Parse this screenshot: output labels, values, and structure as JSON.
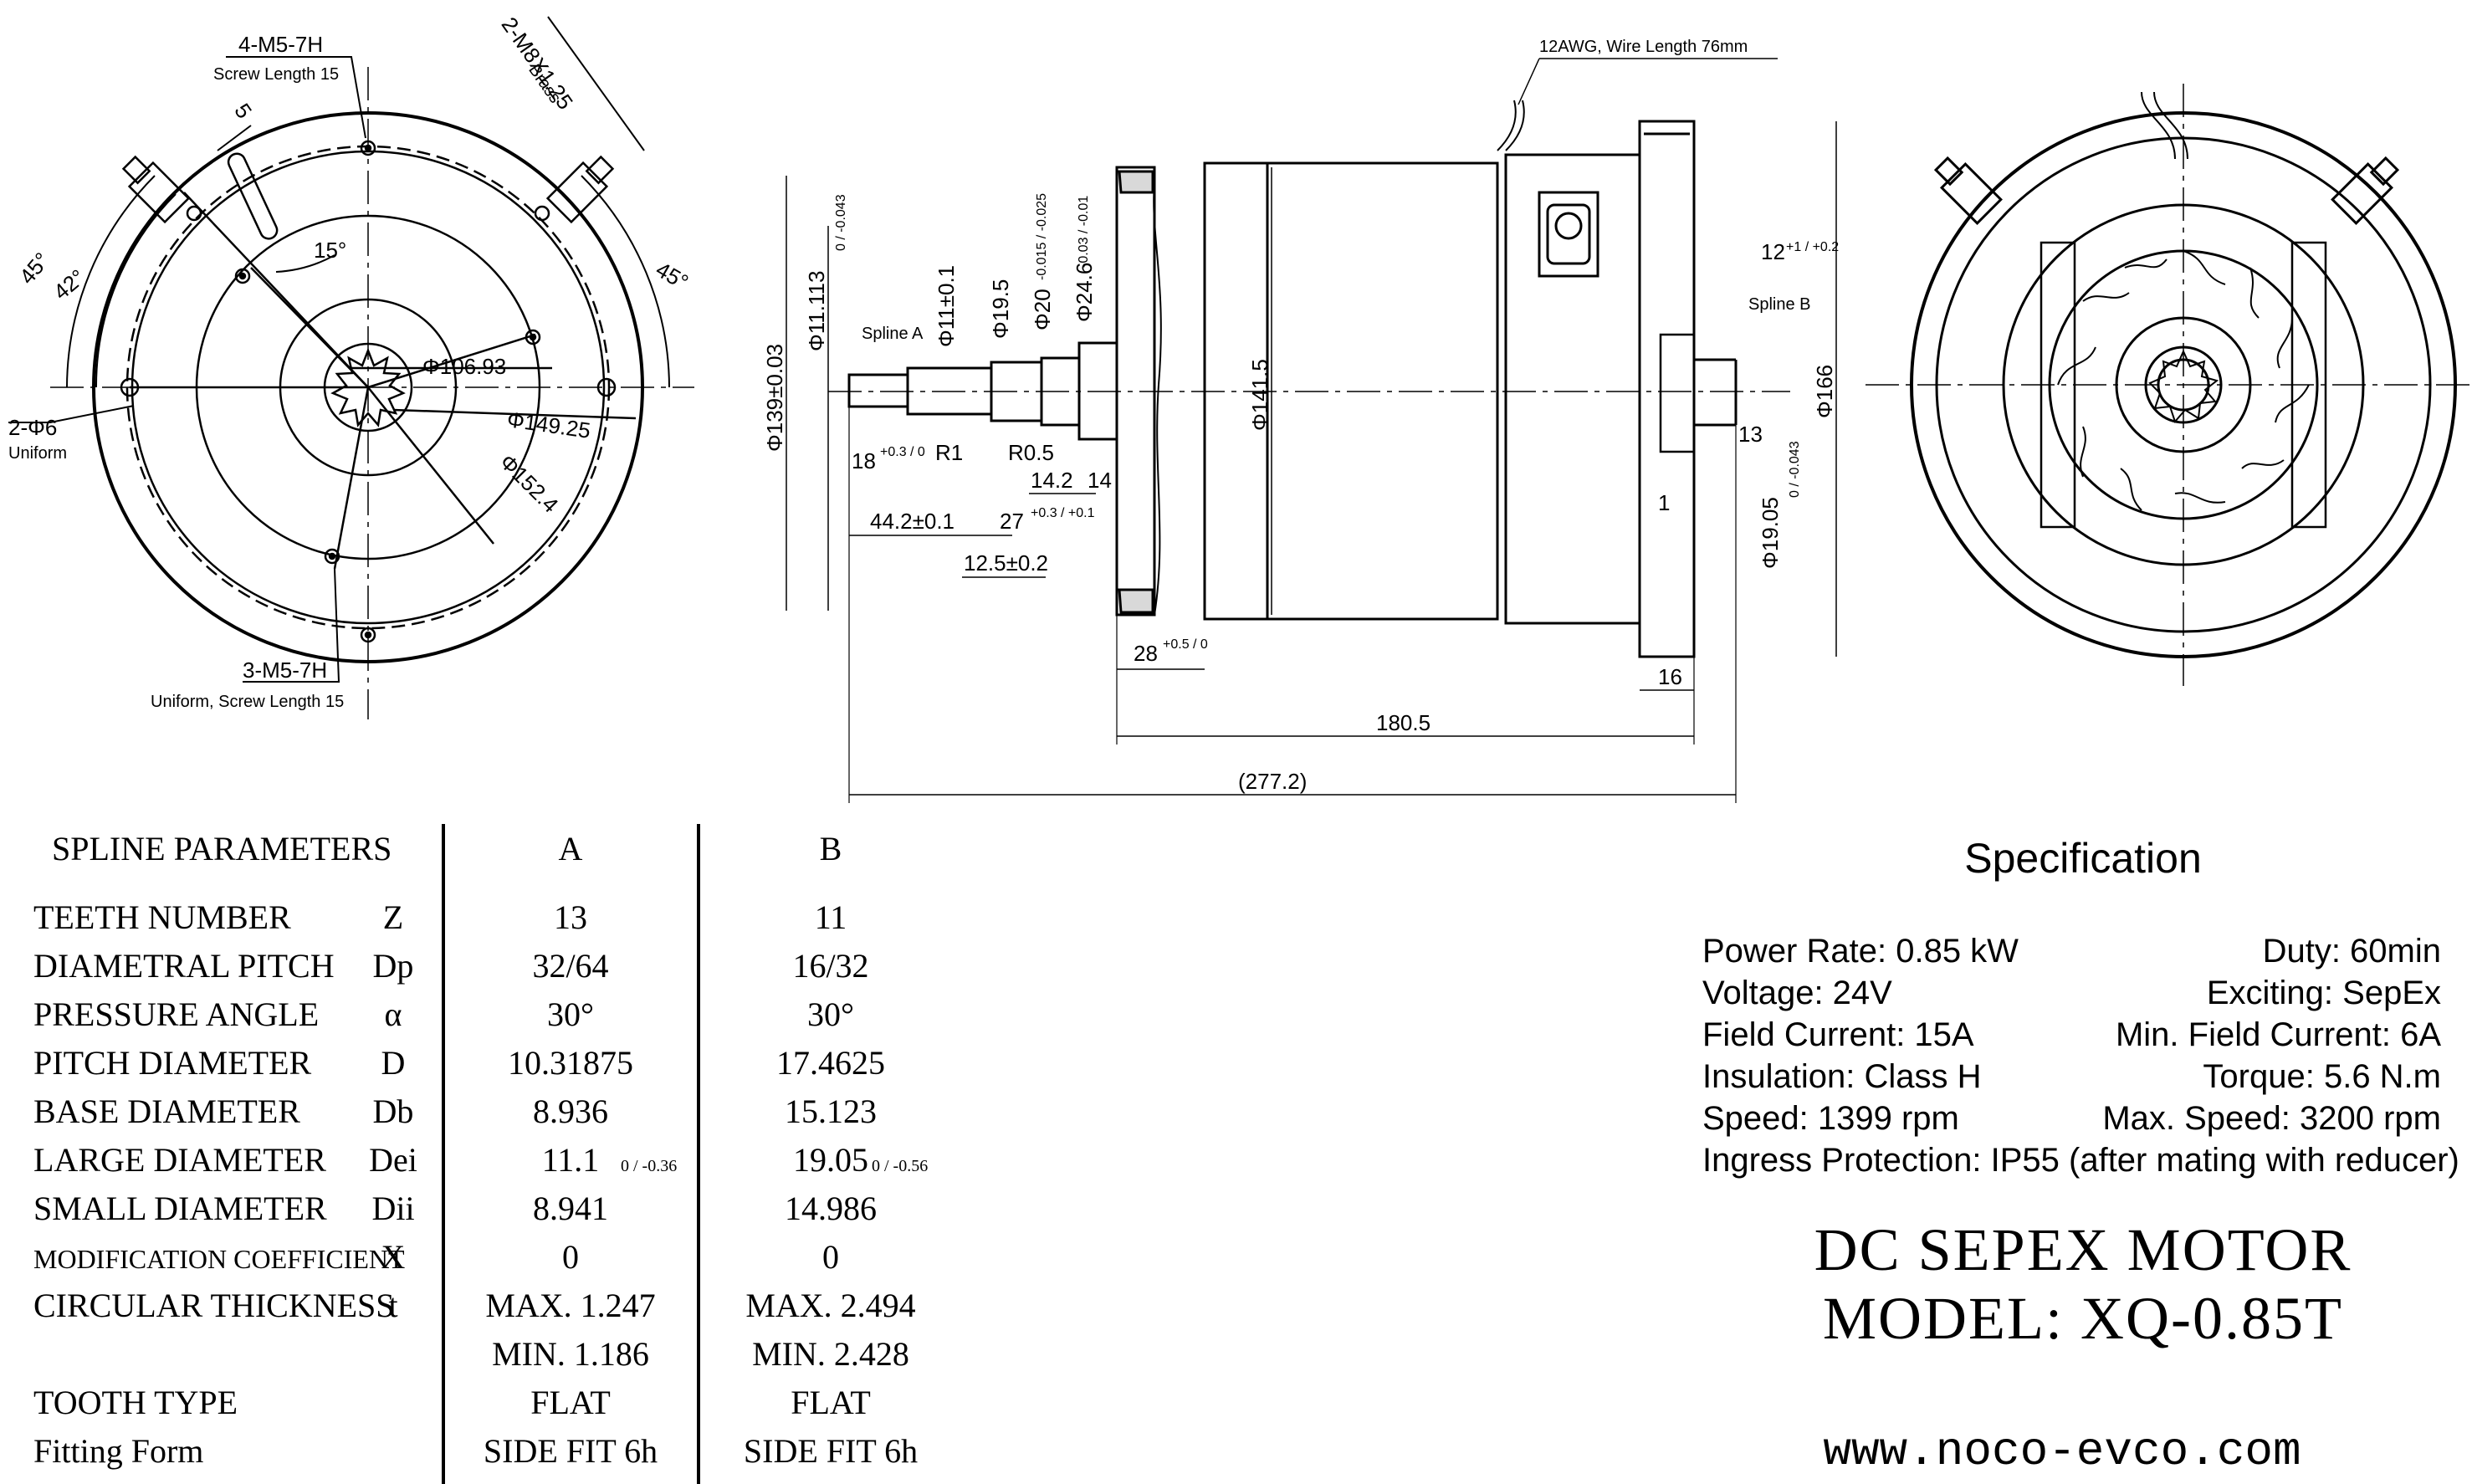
{
  "front_view": {
    "labels": {
      "screw_4": "4-M5-7H",
      "screw_4_len": "Screw Length 15",
      "stud_2": "2-M8X1.25",
      "stud_2_mat": "Brass",
      "hole_2": "2-Φ6",
      "hole_2_note": "Uniform",
      "screw_3": "3-M5-7H",
      "screw_3_note": "Uniform, Screw Length 15",
      "dim_5": "5",
      "angle_45_left": "45°",
      "angle_42": "42°",
      "angle_15": "15°",
      "angle_45_right": "45°",
      "dia_106": "Φ106.93",
      "dia_149": "Φ149.25",
      "dia_152": "Φ152.4"
    }
  },
  "side_view": {
    "labels": {
      "wire": "12AWG, Wire Length 76mm",
      "dia_139": "Φ139±0.03",
      "dia_11113": "Φ11.113",
      "dia_11113_tol": "0 / -0.043",
      "spline_a": "Spline A",
      "dia_11": "Φ11±0.1",
      "dia_19_5": "Φ19.5",
      "dia_20": "Φ20",
      "dia_20_tol": "-0.015 / -0.025",
      "dia_24_6": "Φ24.6",
      "dia_24_6_tol": "-0.03 / -0.01",
      "dia_141_5": "Φ141.5",
      "dim_18": "18",
      "dim_18_tol": "+0.3 / 0",
      "r1": "R1",
      "r05": "R0.5",
      "dim_14_2": "14.2",
      "dim_14": "14",
      "dim_44_2": "44.2±0.1",
      "dim_27": "27",
      "dim_27_tol": "+0.3 / +0.1",
      "dim_12_5": "12.5±0.2",
      "dim_28": "28",
      "dim_28_tol": "+0.5 / 0",
      "dim_12": "12",
      "dim_12_tol": "+1 / +0.2",
      "spline_b": "Spline B",
      "dim_13": "13",
      "dim_1": "1",
      "dia_19_05": "Φ19.05",
      "dia_19_05_tol": "0 / -0.043",
      "dia_166": "Φ166",
      "dim_16": "16",
      "dim_180_5": "180.5",
      "dim_277_2": "(277.2)"
    }
  },
  "spline_table": {
    "header": {
      "param": "SPLINE PARAMETERS",
      "a": "A",
      "b": "B"
    },
    "rows": [
      {
        "name": "TEETH NUMBER",
        "sym": "Z",
        "a": "13",
        "b": "11"
      },
      {
        "name": "DIAMETRAL PITCH",
        "sym": "Dp",
        "a": "32/64",
        "b": "16/32"
      },
      {
        "name": "PRESSURE ANGLE",
        "sym": "α",
        "a": "30°",
        "b": "30°"
      },
      {
        "name": "PITCH DIAMETER",
        "sym": "D",
        "a": "10.31875",
        "b": "17.4625"
      },
      {
        "name": "BASE DIAMETER",
        "sym": "Db",
        "a": "8.936",
        "b": "15.123"
      },
      {
        "name": "LARGE DIAMETER",
        "sym": "Dei",
        "a": "11.1",
        "a_tol": "0 / -0.36",
        "b": "19.05",
        "b_tol": "0 / -0.56"
      },
      {
        "name": "SMALL DIAMETER",
        "sym": "Dii",
        "a": "8.941",
        "b": "14.986"
      },
      {
        "name": "MODIFICATION COEFFICIENT",
        "sym": "X",
        "a": "0",
        "b": "0"
      },
      {
        "name": "CIRCULAR THICKNESS",
        "sym": "t",
        "a": "MAX. 1.247",
        "b": "MAX. 2.494"
      },
      {
        "name": "",
        "sym": "",
        "a": "MIN. 1.186",
        "b": "MIN. 2.428"
      },
      {
        "name": "TOOTH TYPE",
        "sym": "",
        "a": "FLAT",
        "b": "FLAT"
      },
      {
        "name": "Fitting Form",
        "sym": "",
        "a": "SIDE FIT 6h",
        "b": "SIDE FIT 6h"
      }
    ]
  },
  "specification": {
    "title": "Specification",
    "rows": [
      {
        "left": "Power Rate: 0.85 kW",
        "right": "Duty: 60min"
      },
      {
        "left": "Voltage: 24V",
        "right": "Exciting: SepEx"
      },
      {
        "left": "Field Current: 15A",
        "right": "Min. Field Current: 6A"
      },
      {
        "left": "Insulation: Class H",
        "right": "Torque: 5.6 N.m"
      },
      {
        "left": "Speed: 1399 rpm",
        "right": "Max. Speed: 3200 rpm"
      }
    ],
    "ingress": "Ingress Protection: IP55 (after mating with reducer)"
  },
  "product": {
    "name": "DC SEPEX MOTOR",
    "model": "MODEL: XQ-0.85T",
    "url": "www.noco-evco.com"
  }
}
